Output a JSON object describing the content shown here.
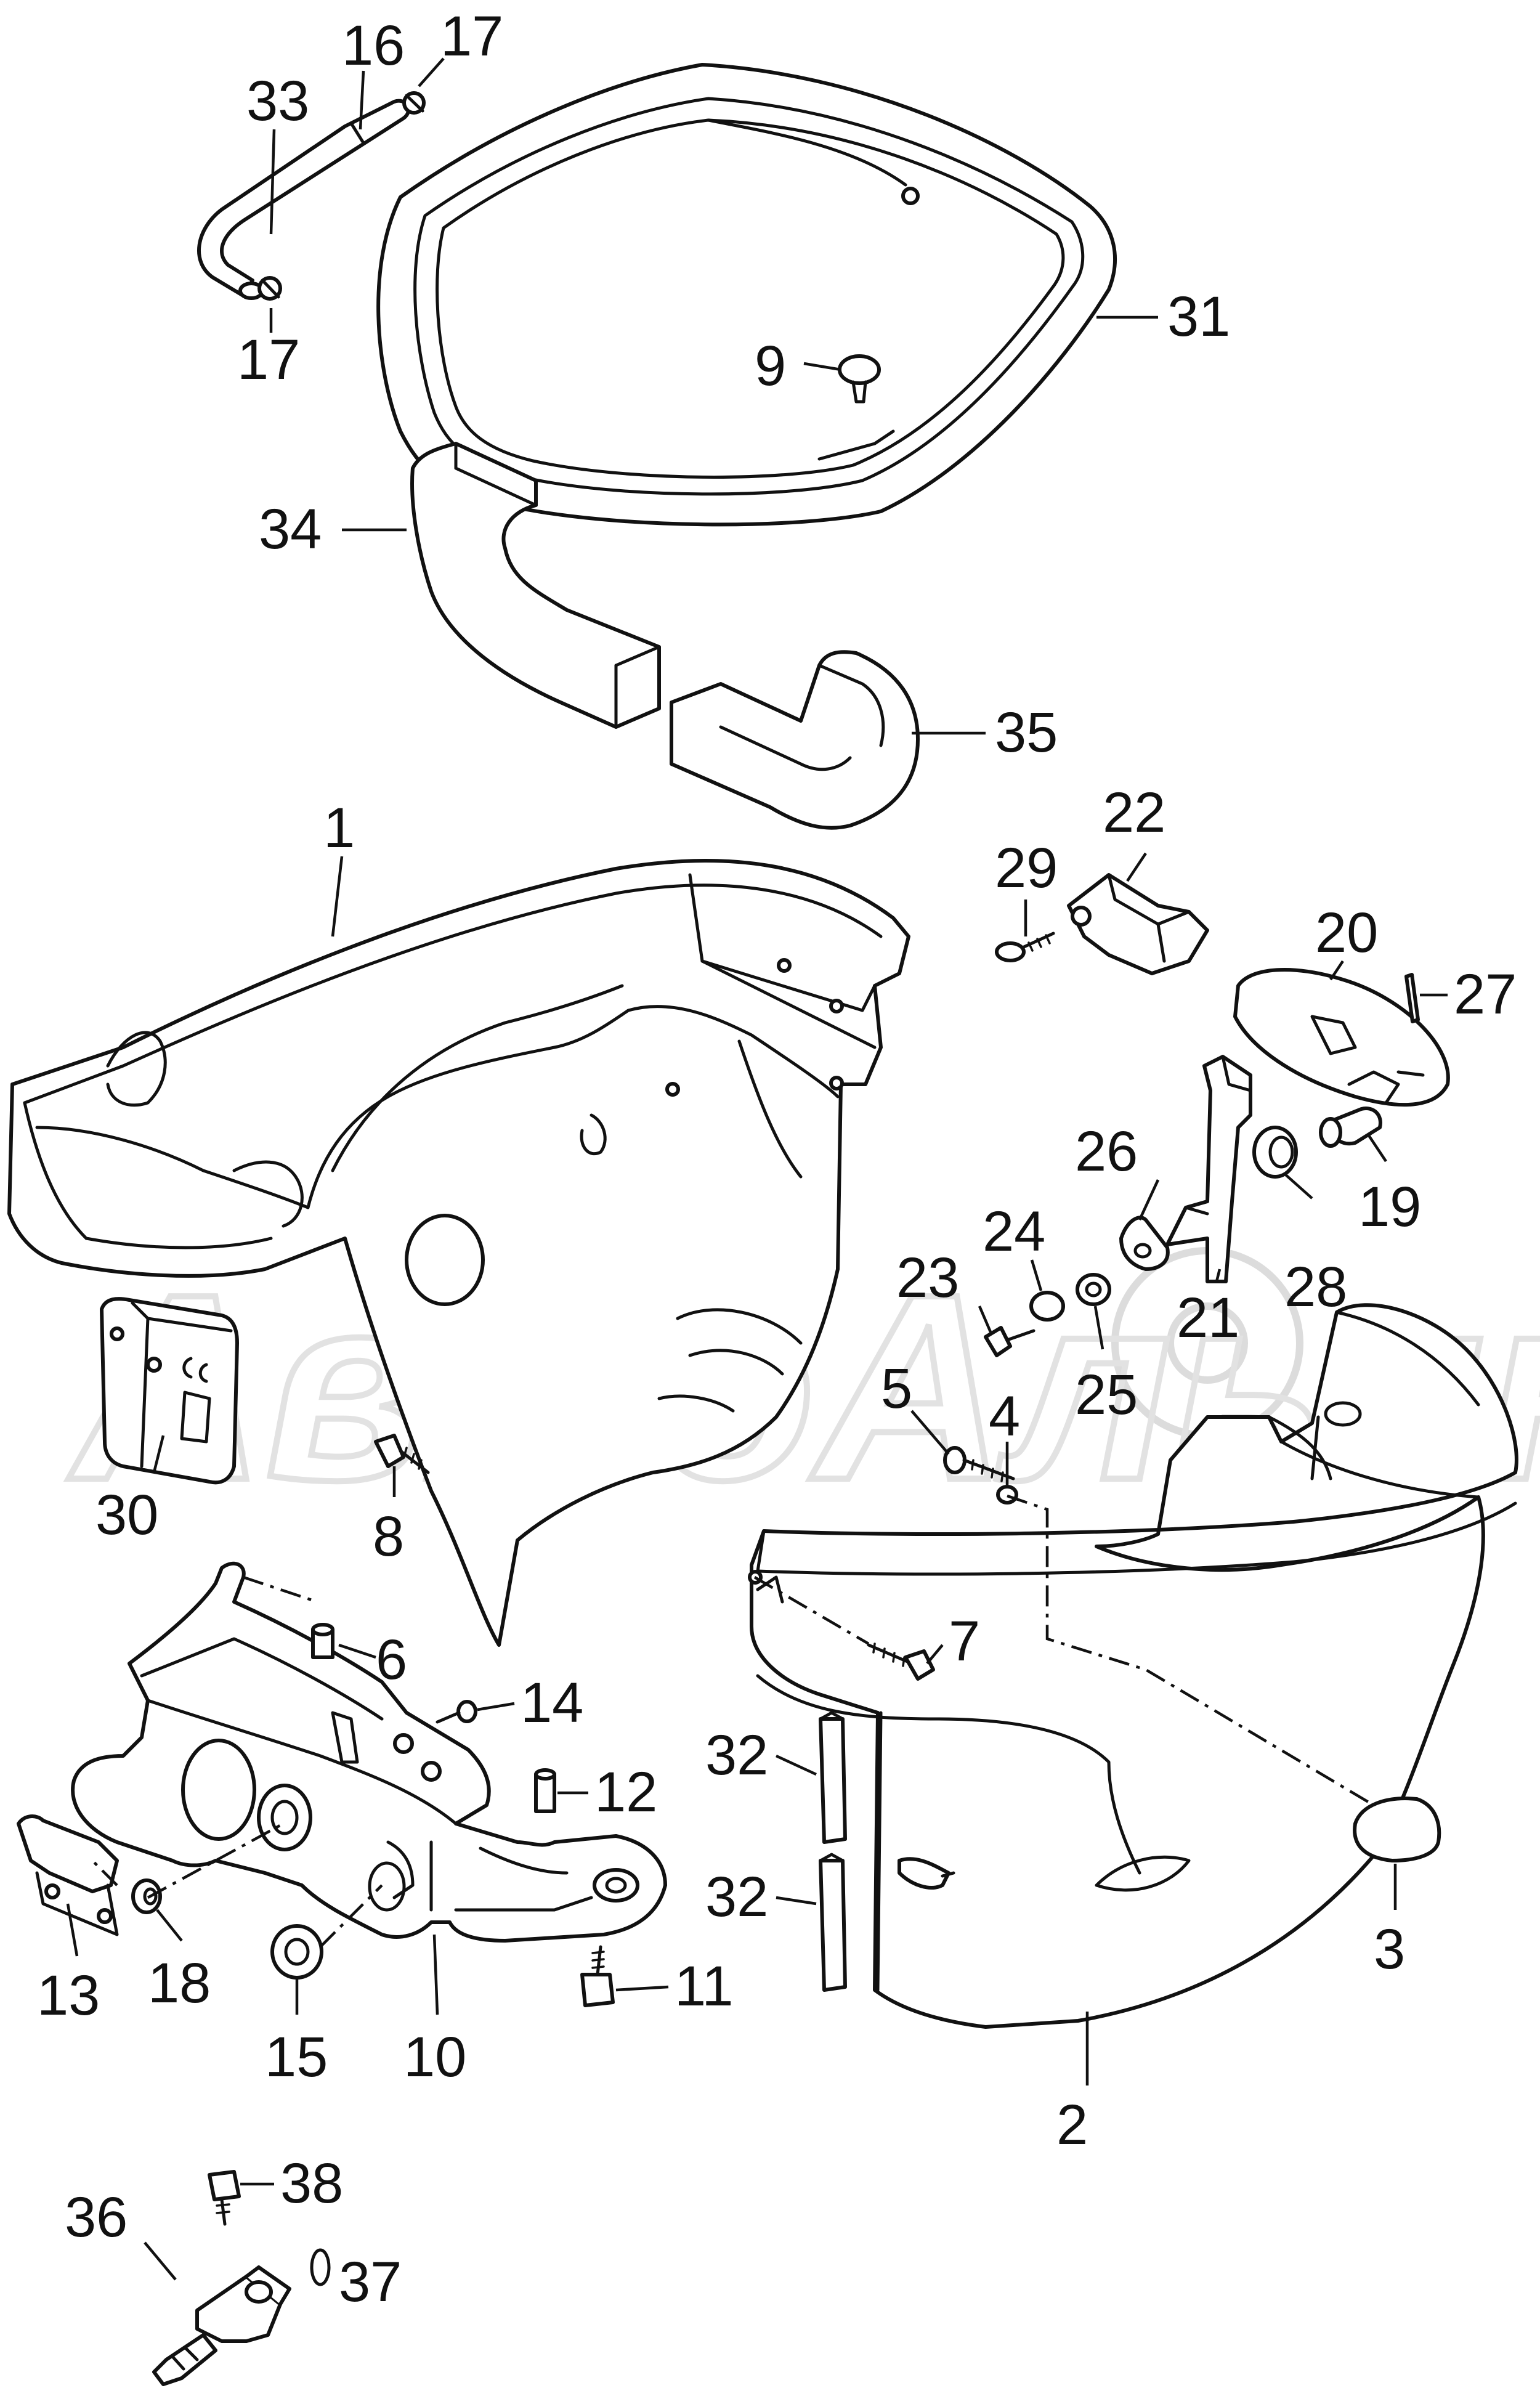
{
  "diagram": {
    "watermark": "АвтоАльянс",
    "callouts": [
      {
        "id": "c16",
        "label": "16"
      },
      {
        "id": "c17a",
        "label": "17"
      },
      {
        "id": "c33",
        "label": "33"
      },
      {
        "id": "c17b",
        "label": "17"
      },
      {
        "id": "c31",
        "label": "31"
      },
      {
        "id": "c9",
        "label": "9"
      },
      {
        "id": "c34",
        "label": "34"
      },
      {
        "id": "c35",
        "label": "35"
      },
      {
        "id": "c1",
        "label": "1"
      },
      {
        "id": "c22",
        "label": "22"
      },
      {
        "id": "c29",
        "label": "29"
      },
      {
        "id": "c20",
        "label": "20"
      },
      {
        "id": "c27",
        "label": "27"
      },
      {
        "id": "c26",
        "label": "26"
      },
      {
        "id": "c24",
        "label": "24"
      },
      {
        "id": "c23",
        "label": "23"
      },
      {
        "id": "c19",
        "label": "19"
      },
      {
        "id": "c28",
        "label": "28"
      },
      {
        "id": "c21",
        "label": "21"
      },
      {
        "id": "c25",
        "label": "25"
      },
      {
        "id": "c5",
        "label": "5"
      },
      {
        "id": "c4",
        "label": "4"
      },
      {
        "id": "c30",
        "label": "30"
      },
      {
        "id": "c8",
        "label": "8"
      },
      {
        "id": "c6",
        "label": "6"
      },
      {
        "id": "c7",
        "label": "7"
      },
      {
        "id": "c14",
        "label": "14"
      },
      {
        "id": "c32a",
        "label": "32"
      },
      {
        "id": "c12",
        "label": "12"
      },
      {
        "id": "c32b",
        "label": "32"
      },
      {
        "id": "c3",
        "label": "3"
      },
      {
        "id": "c13",
        "label": "13"
      },
      {
        "id": "c18",
        "label": "18"
      },
      {
        "id": "c11",
        "label": "11"
      },
      {
        "id": "c10",
        "label": "10"
      },
      {
        "id": "c15",
        "label": "15"
      },
      {
        "id": "c2",
        "label": "2"
      },
      {
        "id": "c38",
        "label": "38"
      },
      {
        "id": "c36",
        "label": "36"
      },
      {
        "id": "c37",
        "label": "37"
      }
    ]
  }
}
